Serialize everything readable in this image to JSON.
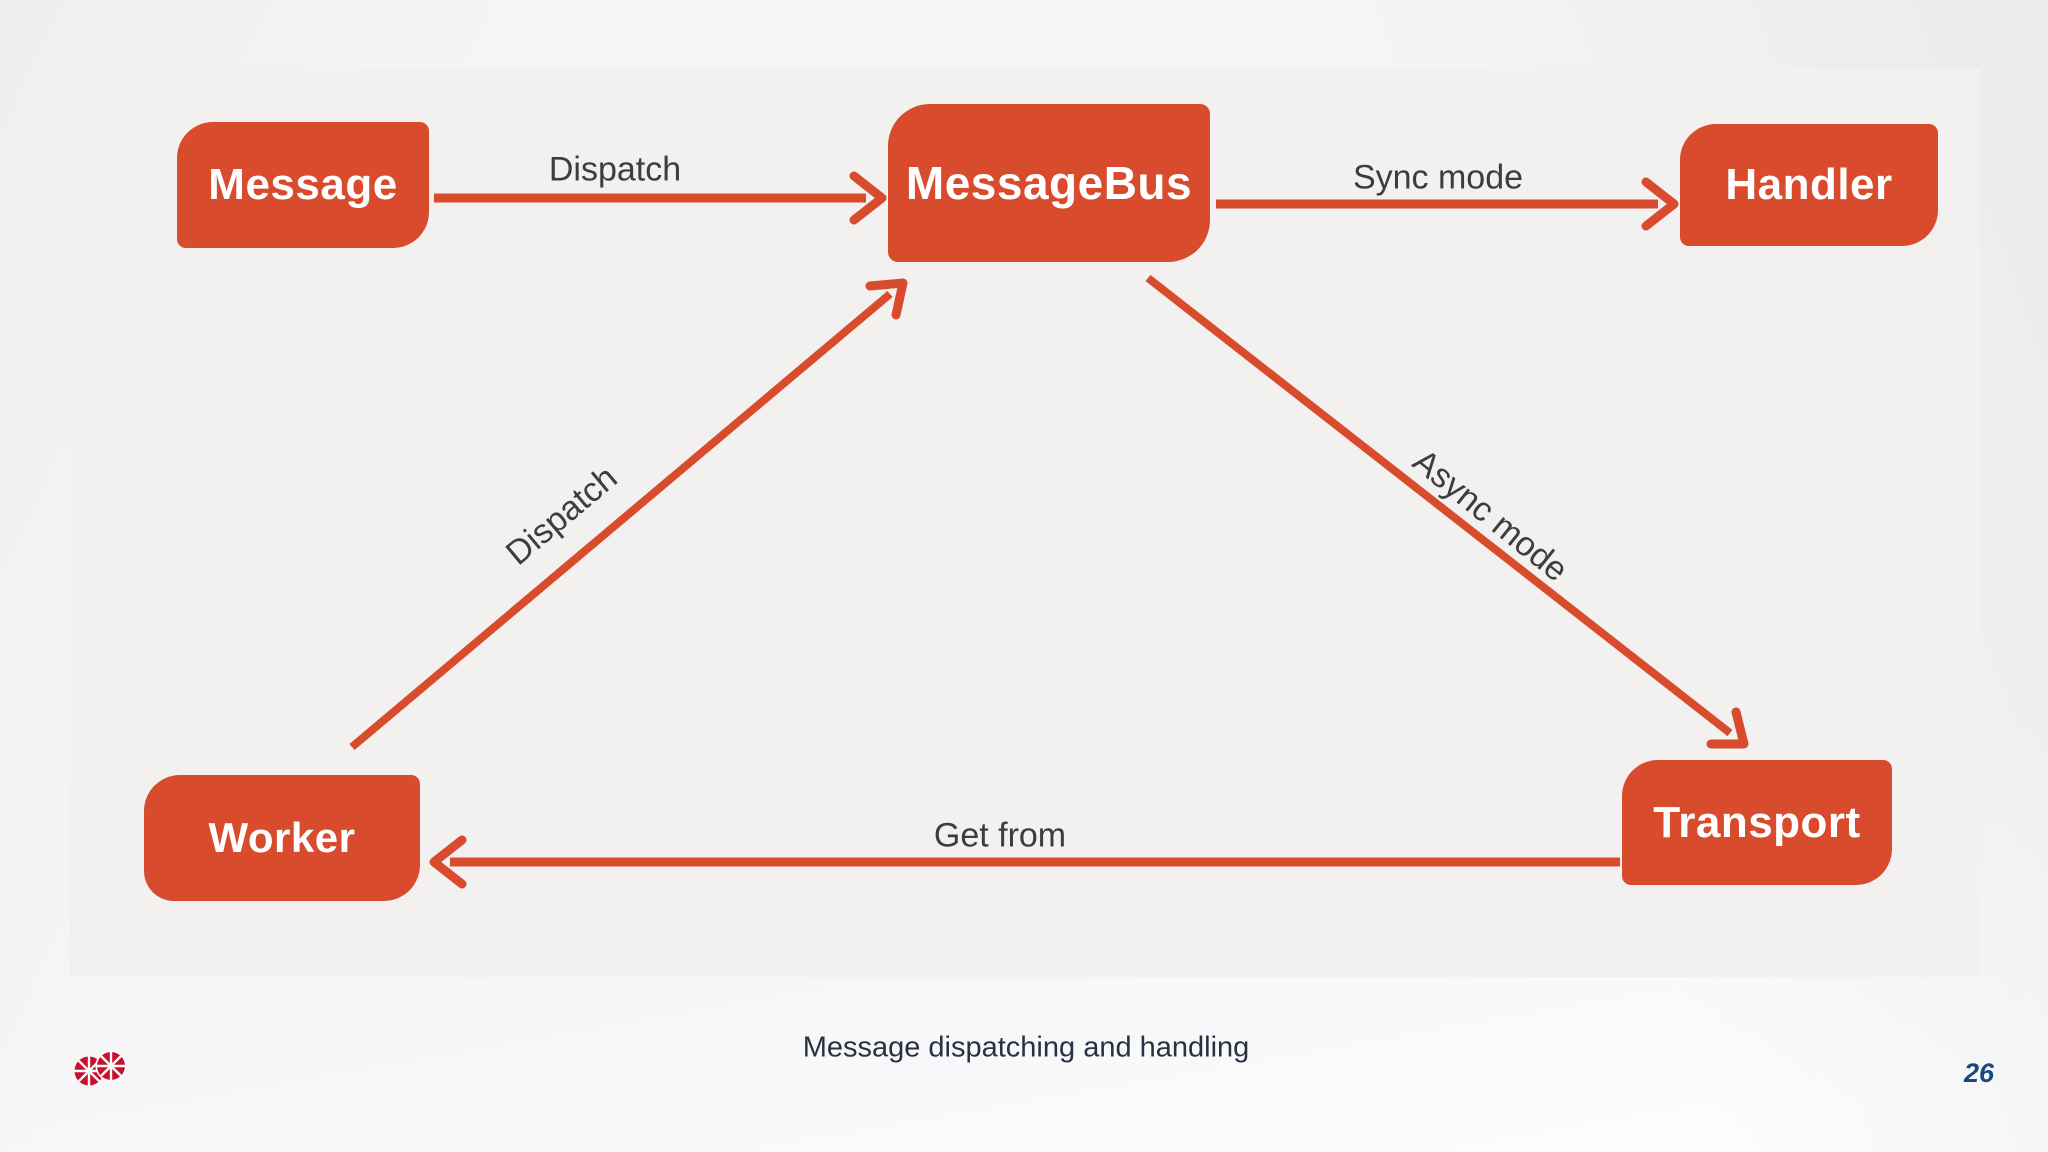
{
  "slide": {
    "caption": "Message dispatching and handling",
    "page_number": "26"
  },
  "diagram": {
    "nodes": [
      {
        "id": "message",
        "label": "Message"
      },
      {
        "id": "messagebus",
        "label": "MessageBus"
      },
      {
        "id": "handler",
        "label": "Handler"
      },
      {
        "id": "worker",
        "label": "Worker"
      },
      {
        "id": "transport",
        "label": "Transport"
      }
    ],
    "edges": [
      {
        "from": "Message",
        "to": "MessageBus",
        "label": "Dispatch",
        "style": "horizontal-right"
      },
      {
        "from": "MessageBus",
        "to": "Handler",
        "label": "Sync mode",
        "style": "horizontal-right"
      },
      {
        "from": "Worker",
        "to": "MessageBus",
        "label": "Dispatch",
        "style": "diagonal-up-right"
      },
      {
        "from": "MessageBus",
        "to": "Transport",
        "label": "Async mode",
        "style": "diagonal-down-right"
      },
      {
        "from": "Transport",
        "to": "Worker",
        "label": "Get from",
        "style": "horizontal-left"
      }
    ],
    "colors": {
      "node_fill": "#d94b2d",
      "node_text": "#ffffff",
      "edge": "#d94b2d",
      "edge_label": "#3d3d3d",
      "panel_background": "#f2f1ef",
      "caption_text": "#273242",
      "page_number_text": "#19477f",
      "logo_red": "#c8102e"
    }
  },
  "footer": {
    "logo_icon": "pinwheel-circles-logo-icon"
  }
}
